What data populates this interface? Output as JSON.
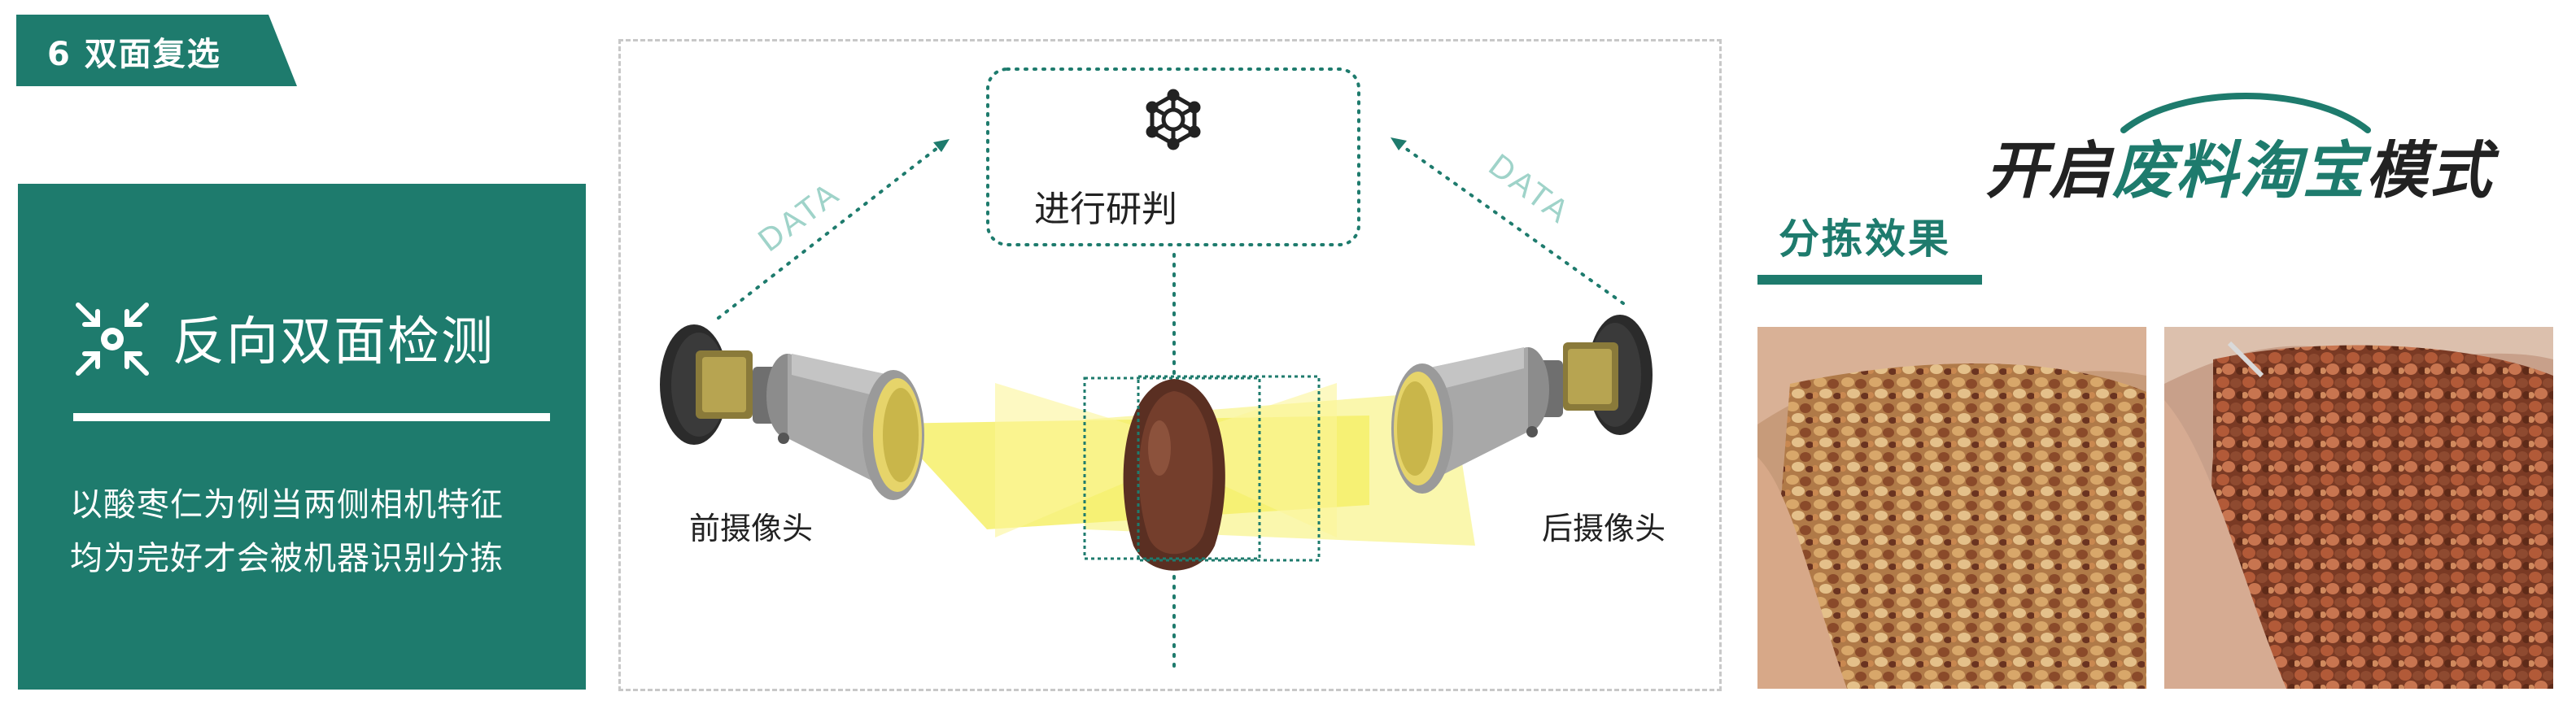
{
  "section_tag": "6 双面复选",
  "feature": {
    "title": "反向双面检测",
    "icon": "inward-arrows-target-icon",
    "lines": [
      "以酸枣仁为例当两侧相机特征",
      "均为完好才会被机器识别分拣"
    ]
  },
  "diagram": {
    "judge_label": "进行研判",
    "judge_icon": "network-hexagon-icon",
    "data_left": "DATA",
    "data_right": "DATA",
    "front_camera": "前摄像头",
    "rear_camera": "后摄像头"
  },
  "slogan": {
    "part1": "开启",
    "part2": "废料淘宝",
    "part3": "模式"
  },
  "sorting": {
    "title": "分拣效果"
  },
  "colors": {
    "brand_green": "#1e7b6d",
    "light_yellow": "#f6f06a",
    "data_text": "#9fd3c9"
  }
}
